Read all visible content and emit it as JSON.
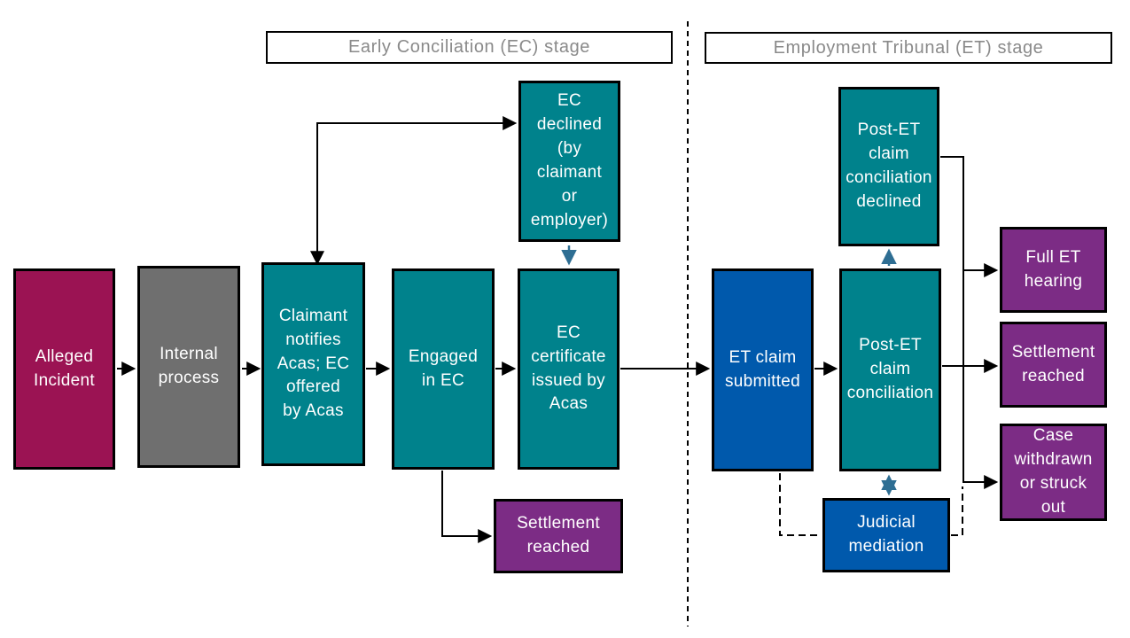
{
  "stages": {
    "ec": {
      "label": "Early Conciliation (EC) stage"
    },
    "et": {
      "label": "Employment Tribunal (ET) stage"
    }
  },
  "nodes": {
    "alleged_incident": {
      "lines": [
        "Alleged",
        "Incident"
      ]
    },
    "internal_process": {
      "lines": [
        "Internal",
        "process"
      ]
    },
    "claimant_notifies": {
      "lines": [
        "Claimant",
        "notifies",
        "Acas; EC",
        "offered",
        "by Acas"
      ]
    },
    "engaged_in_ec": {
      "lines": [
        "Engaged",
        "in EC"
      ]
    },
    "ec_declined": {
      "lines": [
        "EC",
        "declined",
        "(by",
        "claimant",
        "or",
        "employer)"
      ]
    },
    "ec_certificate": {
      "lines": [
        "EC",
        "certificate",
        "issued by",
        "Acas"
      ]
    },
    "settlement_ec": {
      "lines": [
        "Settlement",
        "reached"
      ]
    },
    "et_claim_submitted": {
      "lines": [
        "ET claim",
        "submitted"
      ]
    },
    "post_et_conciliation": {
      "lines": [
        "Post-ET",
        "claim",
        "conciliation"
      ]
    },
    "post_et_declined": {
      "lines": [
        "Post-ET",
        "claim",
        "conciliation",
        "declined"
      ]
    },
    "judicial_mediation": {
      "lines": [
        "Judicial",
        "mediation"
      ]
    },
    "full_et_hearing": {
      "lines": [
        "Full ET",
        "hearing"
      ]
    },
    "settlement_et": {
      "lines": [
        "Settlement",
        "reached"
      ]
    },
    "case_withdrawn": {
      "lines": [
        "Case",
        "withdrawn",
        "or struck",
        "out"
      ]
    }
  },
  "colors": {
    "maroon": "#9b1353",
    "gray": "#6f6f6f",
    "teal": "#00828c",
    "blue": "#0059ac",
    "purple": "#7c2c85",
    "arrow-blue": "#2e6e93",
    "header-text": "#8a8a8a"
  }
}
